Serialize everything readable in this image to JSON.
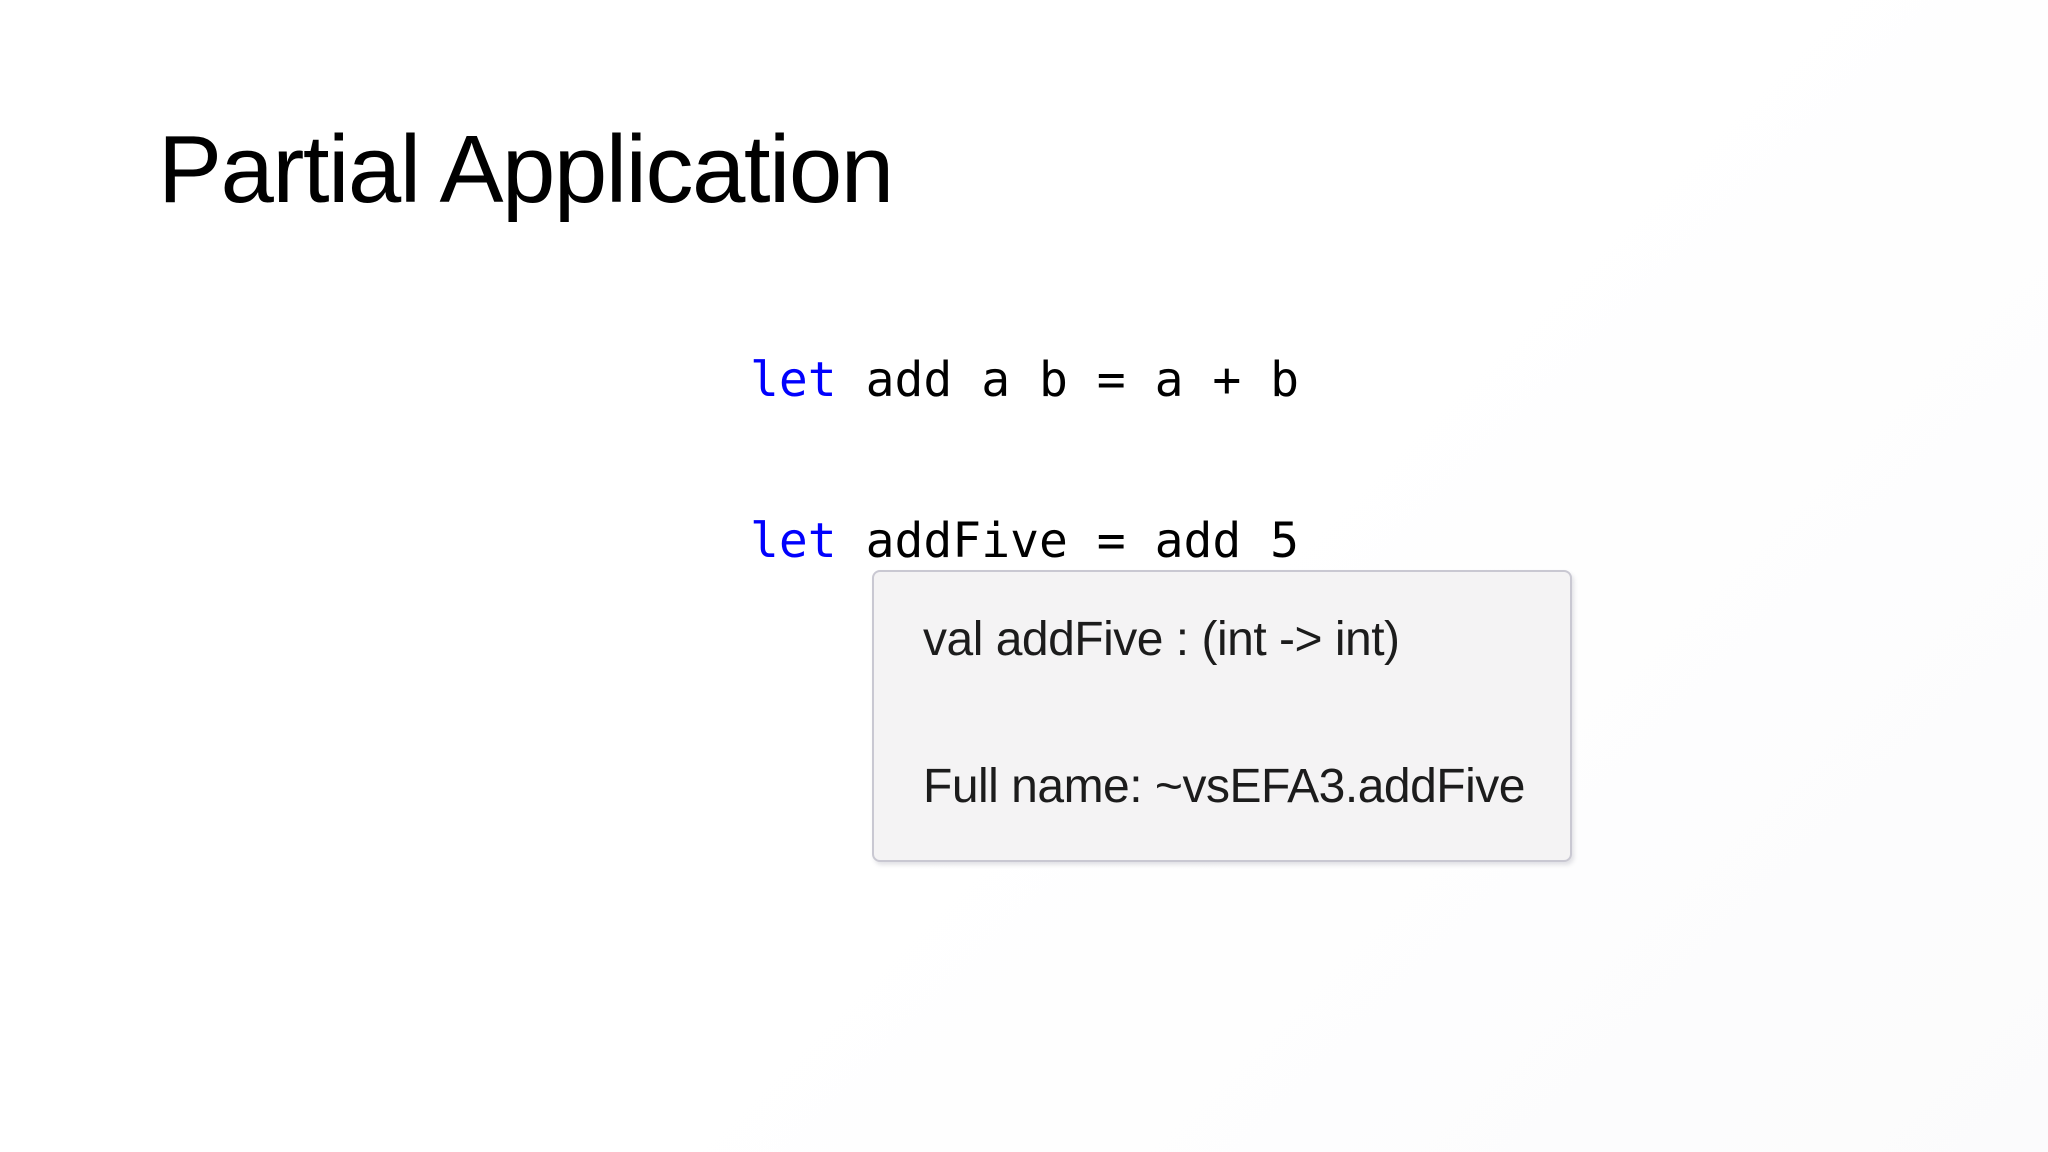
{
  "slide": {
    "title": "Partial Application",
    "code": {
      "line1": {
        "keyword": "let",
        "rest": " add a b = a + b"
      },
      "line2": {
        "keyword": "let",
        "rest": " addFive = add 5"
      }
    },
    "tooltip": {
      "signature": "val addFive : (int -> int)",
      "full_name": "Full name: ~vsEFA3.addFive"
    },
    "colors": {
      "background": "#ffffff",
      "title_text": "#000000",
      "code_keyword_blue": "#0101fd",
      "code_text": "#000000",
      "tooltip_background": "#f4f3f4",
      "tooltip_border": "#c9c8d2",
      "tooltip_text": "#1c1c1c"
    }
  }
}
